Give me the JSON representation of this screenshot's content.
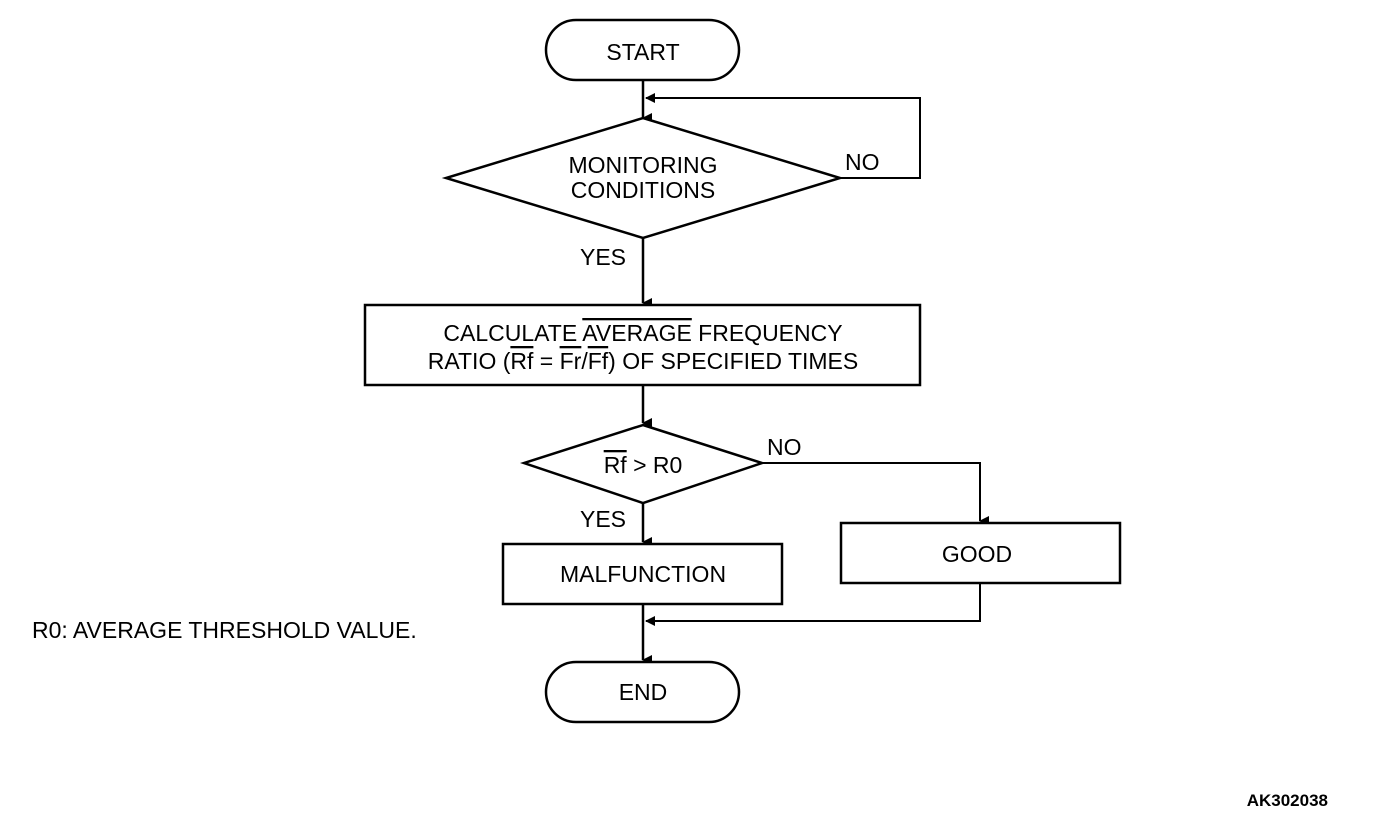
{
  "flowchart": {
    "start": "START",
    "decision_monitoring": {
      "line1": "MONITORING",
      "line2": "CONDITIONS"
    },
    "decision_monitoring_no": "NO",
    "decision_monitoring_yes": "YES",
    "calculate": {
      "line1_a": "CALCULATE ",
      "line1_b": "AVERAGE",
      "line1_c": " FREQUENCY",
      "line2_a": "RATIO (",
      "line2_rf": "Rf",
      "line2_eq": " = ",
      "line2_fr": "Fr",
      "line2_slash": "/",
      "line2_ff": "Ff",
      "line2_rest": ") OF SPECIFIED TIMES"
    },
    "decision_rf": {
      "rf": "Rf",
      "rest": " > R0"
    },
    "decision_rf_no": "NO",
    "decision_rf_yes": "YES",
    "malfunction": "MALFUNCTION",
    "good": "GOOD",
    "end": "END"
  },
  "note": "R0: AVERAGE THRESHOLD VALUE.",
  "figure_code": "AK302038"
}
